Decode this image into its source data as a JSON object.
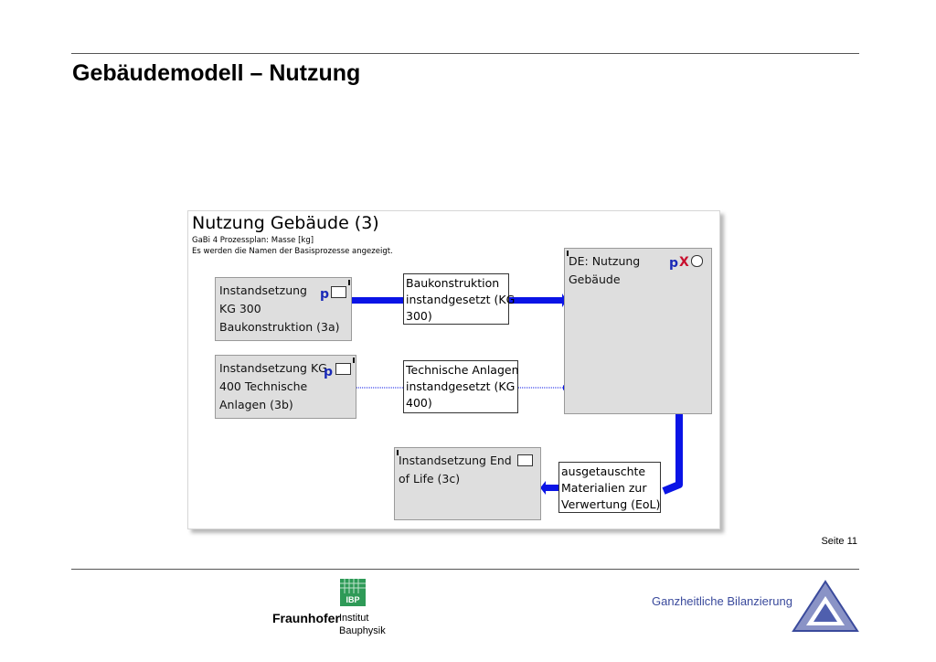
{
  "slide": {
    "title": "Gebäudemodell – Nutzung",
    "page_number": "Seite 11"
  },
  "plan": {
    "title": "Nutzung Gebäude (3)",
    "meta_line1": "GaBi 4 Prozessplan: Masse [kg]",
    "meta_line2": "Es werden die Namen der Basisprozesse angezeigt."
  },
  "processes": {
    "p3a": {
      "lines": [
        "Instandsetzung",
        "KG 300",
        "Baukonstruktion (3a)"
      ],
      "badge": "p"
    },
    "p3b": {
      "lines": [
        "Instandsetzung KG",
        "400 Technische",
        "Anlagen (3b)"
      ],
      "badge": "p"
    },
    "p3c": {
      "lines": [
        "Instandsetzung End",
        "of Life (3c)"
      ]
    },
    "de": {
      "lines": [
        "DE: Nutzung",
        "Gebäude"
      ],
      "badge": "p",
      "badge2": "X"
    }
  },
  "flows": {
    "f1": {
      "lines": [
        "Baukonstruktion",
        "instandgesetzt (KG",
        "300)"
      ]
    },
    "f2": {
      "lines": [
        "Technische Anlagen",
        "instandgesetzt (KG",
        "400)"
      ]
    },
    "f3": {
      "lines": [
        "ausgetauschte",
        "Materialien zur",
        "Verwertung (EoL)"
      ]
    }
  },
  "footer": {
    "fraunhofer": "Fraunhofer",
    "ibp_badge": "IBP",
    "institute_line1": "Institut",
    "institute_line2": "Bauphysik",
    "gb_text": "Ganzheitliche Bilanzierung"
  },
  "colors": {
    "flow_blue": "#0a14e6",
    "badge_blue": "#1a2ab8",
    "ibp_green": "#2e9a57",
    "gb_blue": "#3a4a9c"
  }
}
